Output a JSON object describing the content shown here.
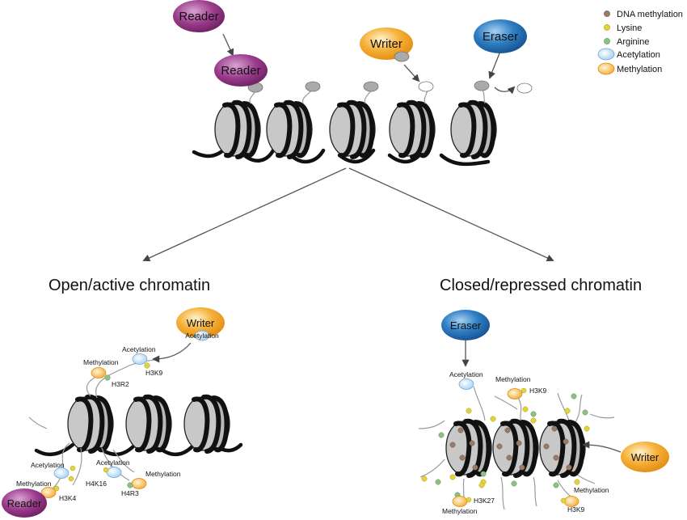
{
  "legend": {
    "items": [
      {
        "label": "DNA methylation",
        "color": "#9c7b66"
      },
      {
        "label": "Lysine",
        "color": "#e2d53a"
      },
      {
        "label": "Arginine",
        "color": "#8fbf85"
      },
      {
        "label": "Acetylation",
        "color": "#bfe0f6"
      },
      {
        "label": "Methylation",
        "color": "#f5b13d"
      }
    ]
  },
  "top": {
    "reader_top": "Reader",
    "reader_bound": "Reader",
    "writer": "Writer",
    "eraser": "Eraser"
  },
  "open": {
    "heading": "Open/active chromatin",
    "writer": "Writer",
    "writer_mark": "Acetylation",
    "reader": "Reader",
    "acetylation_1": "Acetylation",
    "methylation_1": "Methylation",
    "h3k9": "H3K9",
    "h3r2": "H3R2",
    "acetylation_2": "Acetylation",
    "methylation_2": "Methylation",
    "h3k4": "H3K4",
    "acetylation_3": "Acetylation",
    "h4k16": "H4K16",
    "methylation_3": "Methylation",
    "h4r3": "H4R3"
  },
  "closed": {
    "heading": "Closed/repressed chromatin",
    "eraser": "Eraser",
    "writer": "Writer",
    "acetylation": "Acetylation",
    "methylation_1": "Methylation",
    "h3k9_top": "H3K9",
    "methylation_2": "Methylation",
    "h3k9_bottom": "H3K9",
    "h3k27": "H3K27",
    "methylation_3": "Methylation"
  },
  "colors": {
    "reader": "#8e2f7e",
    "writer": "#f0a020",
    "eraser": "#1f6bb0",
    "nucleosome": "#b8b8b8"
  }
}
